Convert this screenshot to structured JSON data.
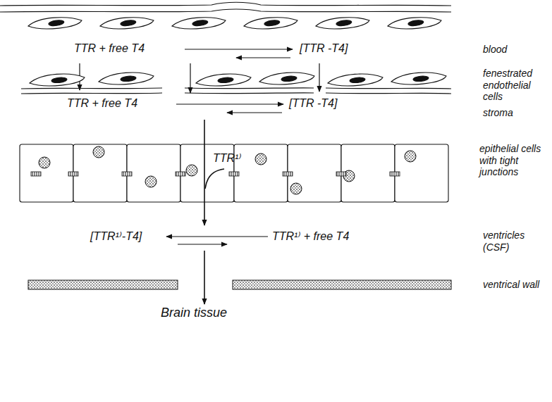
{
  "diagram": {
    "labels": [
      "blood",
      "TTR + free T4",
      "[TTR -T4]",
      "fenestrated endothelial cells",
      "TTR + free T4",
      "[TTR -T4]",
      "stroma",
      "TTR¹⁾",
      "epithelial cells with tight junctions",
      "[TTR¹⁾-T4]",
      "TTR¹⁾ + free T4",
      "ventricles (CSF)",
      "ventrical wall",
      "Brain tissue"
    ]
  }
}
